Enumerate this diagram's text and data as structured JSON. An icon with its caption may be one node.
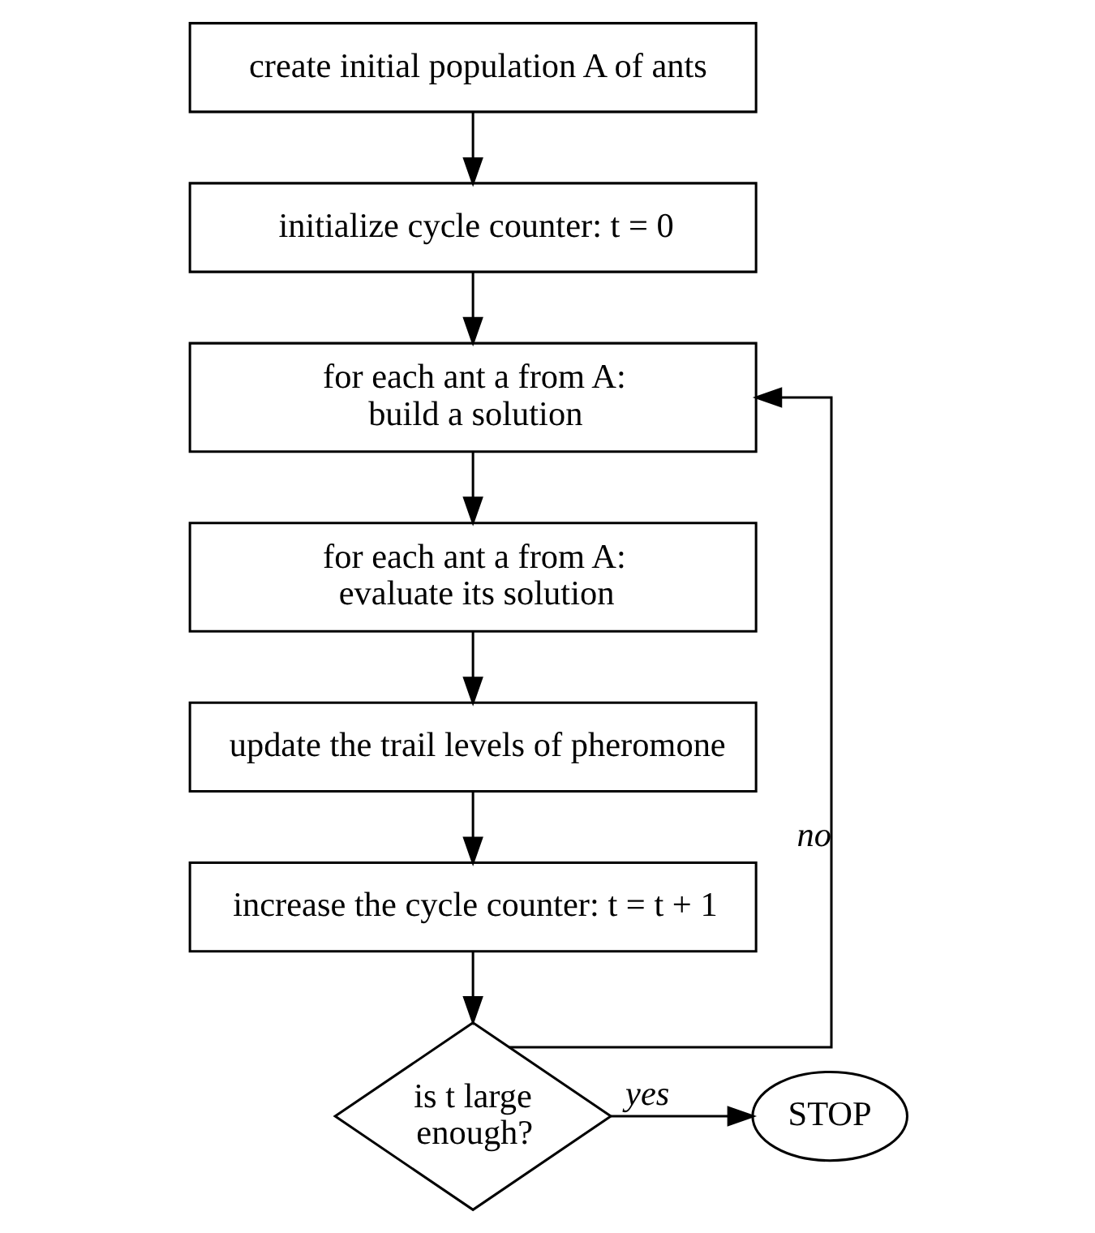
{
  "diagram": {
    "nodes": [
      {
        "text": [
          "create initial population A of ants"
        ]
      },
      {
        "text": [
          "initialize cycle counter: t = 0"
        ]
      },
      {
        "text": [
          "for each ant a from A: build a solution"
        ]
      },
      {
        "text": [
          "for each ant a from A: evaluate its solution"
        ]
      },
      {
        "text": [
          "update the trail levels of pheromone"
        ]
      },
      {
        "text": [
          "increase the cycle counter: t = t + 1"
        ]
      },
      {
        "text": [
          "is t large enough?"
        ]
      },
      {
        "text": [
          "STOP"
        ]
      }
    ],
    "edges": [
      {
        "from": 0,
        "to": 1,
        "arrow": "to"
      },
      {
        "from": 1,
        "to": 2,
        "arrow": "to"
      },
      {
        "from": 2,
        "to": 3,
        "arrow": "to"
      },
      {
        "from": 3,
        "to": 4,
        "arrow": "to"
      },
      {
        "from": 4,
        "to": 5,
        "arrow": "to"
      },
      {
        "from": 5,
        "to": 6,
        "arrow": "to"
      },
      {
        "from": 6,
        "to": 7,
        "arrow": "to",
        "label": "yes"
      },
      {
        "from": 6,
        "to": 2,
        "arrow": "to",
        "label": "no"
      }
    ]
  }
}
